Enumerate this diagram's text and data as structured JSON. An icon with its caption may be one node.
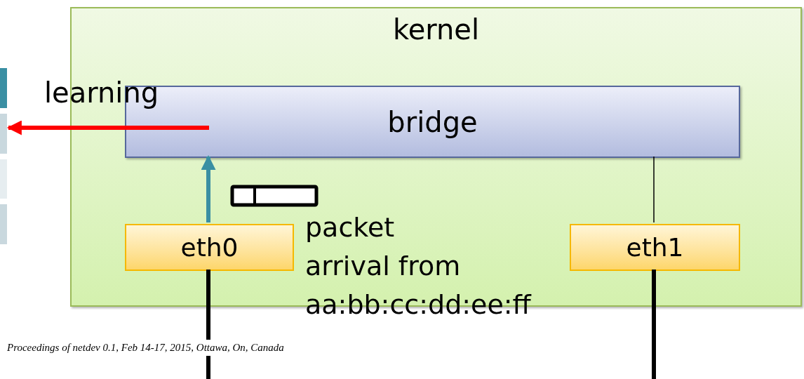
{
  "diagram": {
    "caption": "Proceedings of netdev 0.1, Feb 14-17, 2015, Ottawa, On, Canada",
    "nodes": [
      {
        "text": [
          "kernel"
        ]
      },
      {
        "text": [
          "bridge"
        ],
        "in": 0
      },
      {
        "text": [
          "eth0"
        ],
        "in": 0
      },
      {
        "text": [
          "eth1"
        ],
        "in": 0
      },
      {
        "text": [],
        "shape": "box"
      }
    ],
    "edges": [
      {
        "from": 2,
        "to": 1,
        "arrow": "to",
        "color": "#3a8fa3"
      },
      {
        "from": 3,
        "to": 1,
        "arrow": "none"
      },
      {
        "from": 1,
        "to": 4,
        "arrow": "to",
        "color": "#ff0000"
      },
      {
        "from": 2,
        "to": null,
        "arrow": "none"
      },
      {
        "from": 3,
        "to": null,
        "arrow": "none"
      }
    ],
    "labels": [
      "learning",
      "packet",
      "arrival from",
      "aa:bb:cc:dd:ee:ff"
    ]
  }
}
